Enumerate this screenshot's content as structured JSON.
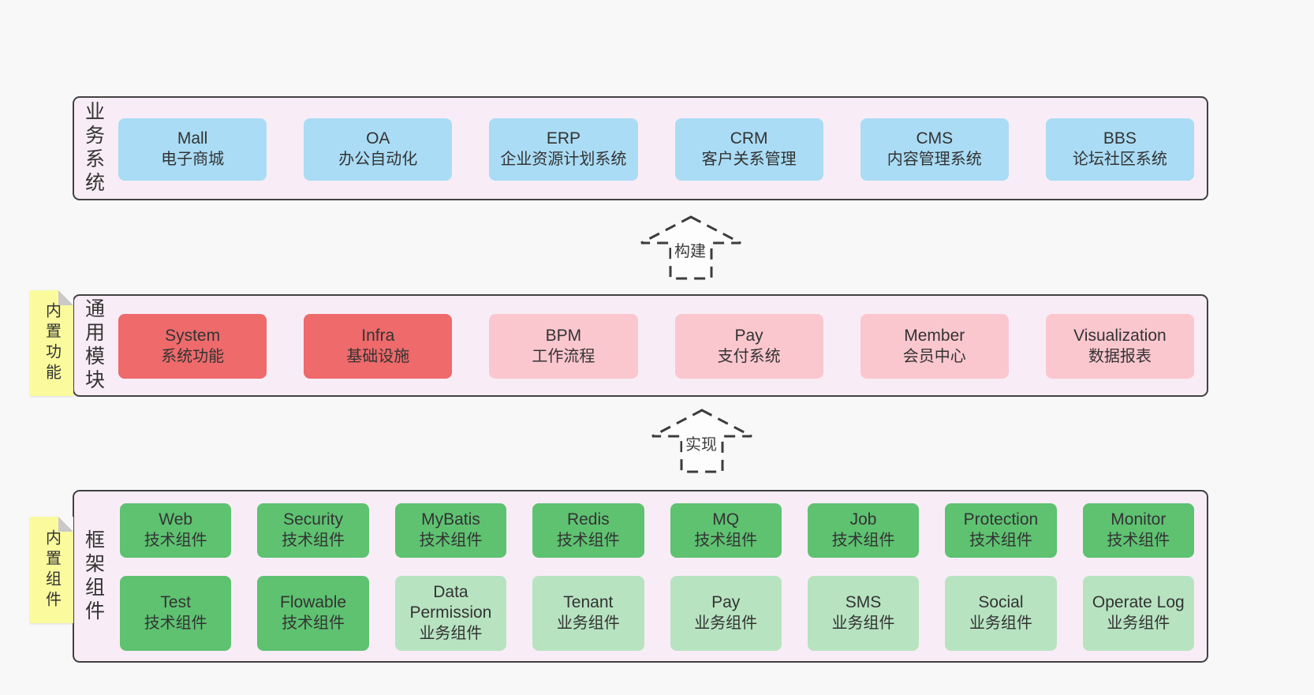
{
  "colors": {
    "page_bg": "#f8f8f8",
    "layer_bg": "#f8edf6",
    "layer_border": "#414141",
    "blue_box": "#aadcf5",
    "red_box": "#ee6a6b",
    "pink_box": "#fbc7cf",
    "green_box": "#5ec271",
    "light_green_box": "#b7e3c1",
    "sticky_note": "#fbfb9e"
  },
  "arrows": [
    {
      "label": "构建"
    },
    {
      "label": "实现"
    }
  ],
  "layers": [
    {
      "label": "业务系统",
      "boxes": [
        {
          "title": "Mall",
          "subtitle": "电子商城"
        },
        {
          "title": "OA",
          "subtitle": "办公自动化"
        },
        {
          "title": "ERP",
          "subtitle": "企业资源计划系统"
        },
        {
          "title": "CRM",
          "subtitle": "客户关系管理"
        },
        {
          "title": "CMS",
          "subtitle": "内容管理系统"
        },
        {
          "title": "BBS",
          "subtitle": "论坛社区系统"
        }
      ]
    },
    {
      "label": "通用模块",
      "note": "内置功能",
      "boxes": [
        {
          "title": "System",
          "subtitle": "系统功能"
        },
        {
          "title": "Infra",
          "subtitle": "基础设施"
        },
        {
          "title": "BPM",
          "subtitle": "工作流程"
        },
        {
          "title": "Pay",
          "subtitle": "支付系统"
        },
        {
          "title": "Member",
          "subtitle": "会员中心"
        },
        {
          "title": "Visualization",
          "subtitle": "数据报表"
        }
      ]
    },
    {
      "label": "框架组件",
      "note": "内置组件",
      "row1": [
        {
          "title": "Web",
          "subtitle": "技术组件"
        },
        {
          "title": "Security",
          "subtitle": "技术组件"
        },
        {
          "title": "MyBatis",
          "subtitle": "技术组件"
        },
        {
          "title": "Redis",
          "subtitle": "技术组件"
        },
        {
          "title": "MQ",
          "subtitle": "技术组件"
        },
        {
          "title": "Job",
          "subtitle": "技术组件"
        },
        {
          "title": "Protection",
          "subtitle": "技术组件"
        },
        {
          "title": "Monitor",
          "subtitle": "技术组件"
        }
      ],
      "row2": [
        {
          "title": "Test",
          "subtitle": "技术组件"
        },
        {
          "title": "Flowable",
          "subtitle": "技术组件"
        },
        {
          "title": "Data Permission",
          "subtitle": "业务组件"
        },
        {
          "title": "Tenant",
          "subtitle": "业务组件"
        },
        {
          "title": "Pay",
          "subtitle": "业务组件"
        },
        {
          "title": "SMS",
          "subtitle": "业务组件"
        },
        {
          "title": "Social",
          "subtitle": "业务组件"
        },
        {
          "title": "Operate Log",
          "subtitle": "业务组件"
        }
      ]
    }
  ]
}
